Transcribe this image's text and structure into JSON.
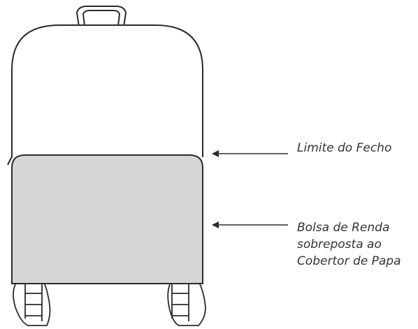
{
  "colors": {
    "outline": "#2b2b2b",
    "panel_fill": "#d6d6d6",
    "background": "#ffffff",
    "text": "#333333"
  },
  "labels": {
    "zip_limit": "Limite do Fecho",
    "pocket_line1": "Bolsa de Renda",
    "pocket_line2": "sobreposta ao",
    "pocket_line3": "Cobertor de Papa"
  }
}
